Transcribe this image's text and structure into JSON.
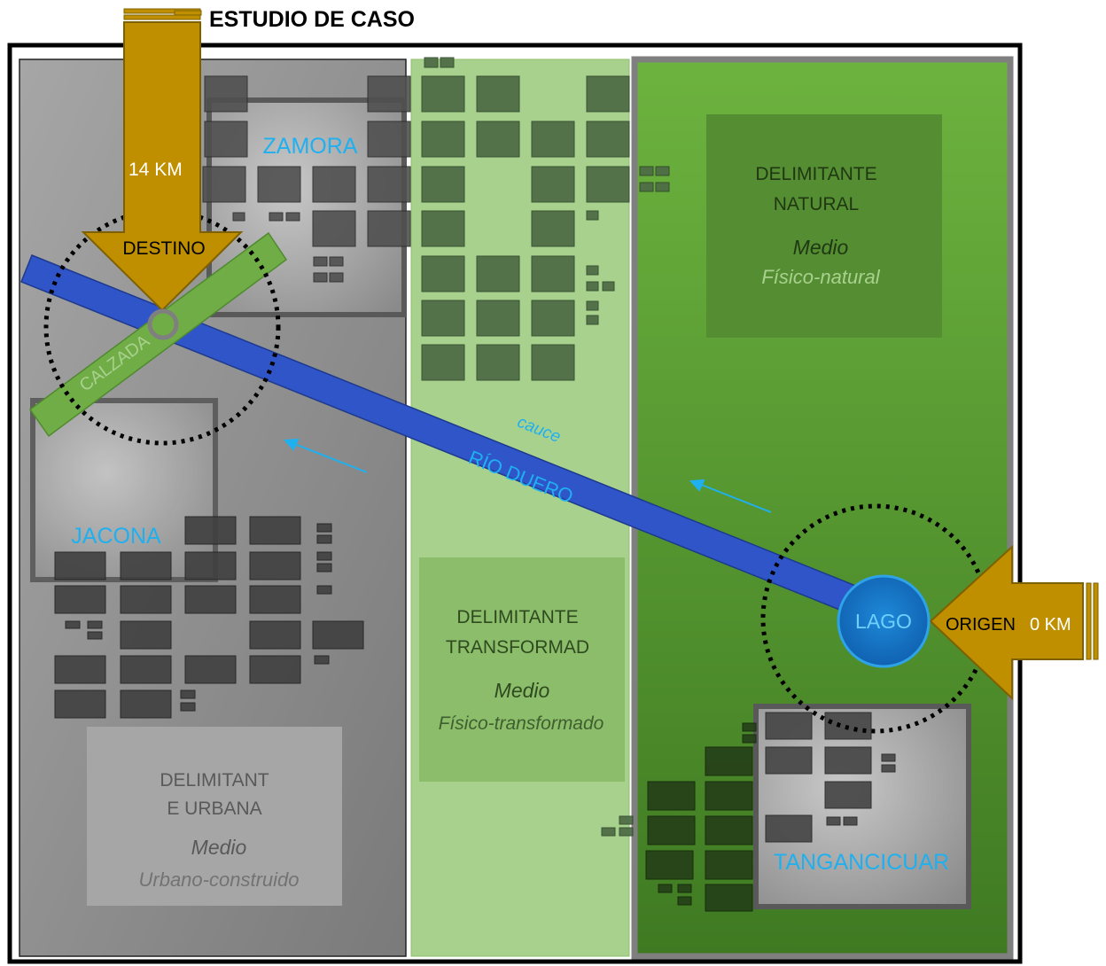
{
  "title": "ESTUDIO DE CASO",
  "zones": {
    "urban": {
      "line1": "DELIMITANT",
      "line2": "E URBANA",
      "medio": "Medio",
      "sub": "Urbano-construido"
    },
    "transformed": {
      "line1": "DELIMITANTE",
      "line2": "TRANSFORMAD",
      "medio": "Medio",
      "sub": "Físico-transformado"
    },
    "natural": {
      "line1": "DELIMITANTE",
      "line2": "NATURAL",
      "medio": "Medio",
      "sub": "Físico-natural"
    }
  },
  "places": {
    "zamora": "ZAMORA",
    "jacona": "JACONA",
    "tangancicuar": "TANGANCICUAR"
  },
  "destination": {
    "km": "14 KM",
    "label": "DESTINO"
  },
  "origin": {
    "label": "ORIGEN",
    "km": "0 KM"
  },
  "river": {
    "name": "RÍO DUERO",
    "channel": "cauce"
  },
  "road": "CALZADA",
  "lake": "LAGO",
  "colors": {
    "arrow": "#bf8f00",
    "river": "#2f55c8",
    "place_text": "#1fb0f0",
    "road": "#70ad47",
    "urban_bg": "#8c8c8c",
    "transformed_bg": "#a9d18e",
    "natural_bg": "#5a9a32"
  }
}
